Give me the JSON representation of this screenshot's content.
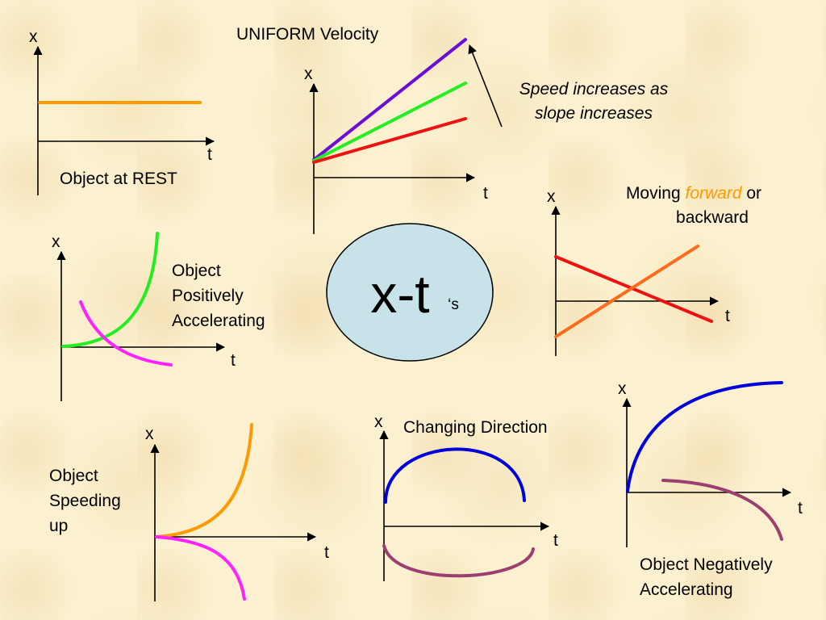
{
  "colors": {
    "orange": "#ff9900",
    "purple": "#6a0dd6",
    "green": "#22ee22",
    "red": "#ee1111",
    "magenta": "#ff22ff",
    "blue": "#0000dd",
    "plum": "#9b3f72",
    "orange_red": "#ff6a1a",
    "center_fill": "#c7e2e8"
  },
  "panels": {
    "rest": {
      "x": "x",
      "t": "t",
      "caption": "Object at REST"
    },
    "uniform": {
      "title": "UNIFORM Velocity",
      "x": "x",
      "t": "t",
      "note_line1": "Speed increases as",
      "note_line2": "slope increases"
    },
    "direction": {
      "x": "x",
      "t": "t",
      "caption_moving": "Moving",
      "caption_forward": "forward",
      "caption_or": "or",
      "caption_backward": "backward"
    },
    "pos_accel": {
      "x": "x",
      "t": "t",
      "caption_line1": "Object",
      "caption_line2": "Positively",
      "caption_line3": "Accelerating"
    },
    "speeding": {
      "x": "x",
      "t": "t",
      "caption_line1": "Object",
      "caption_line2": "Speeding",
      "caption_line3": "up"
    },
    "changing": {
      "x": "x",
      "t": "t",
      "title": "Changing Direction"
    },
    "neg_accel": {
      "x": "x",
      "t": "t",
      "caption_line1": "Object Negatively",
      "caption_line2": "Accelerating"
    }
  },
  "center": {
    "main": "x-t",
    "suffix": "‘s"
  }
}
